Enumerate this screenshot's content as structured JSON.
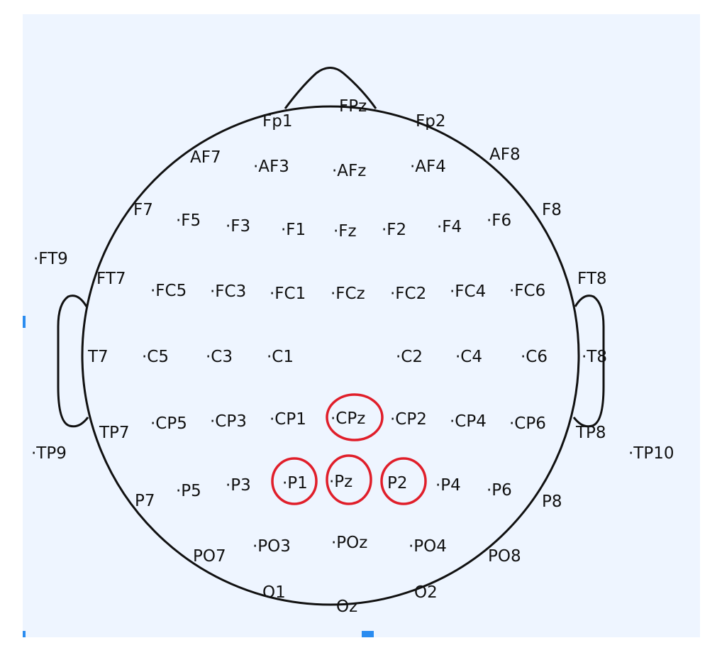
{
  "diagram": {
    "electrodes": [
      {
        "label": "Fp1",
        "highlighted": false
      },
      {
        "label": "FPz",
        "highlighted": false
      },
      {
        "label": "Fp2",
        "highlighted": false
      },
      {
        "label": "AF7",
        "highlighted": false
      },
      {
        "label": "AF3",
        "highlighted": false
      },
      {
        "label": "AFz",
        "highlighted": false
      },
      {
        "label": "AF4",
        "highlighted": false
      },
      {
        "label": "AF8",
        "highlighted": false
      },
      {
        "label": "F7",
        "highlighted": false
      },
      {
        "label": "F5",
        "highlighted": false
      },
      {
        "label": "F3",
        "highlighted": false
      },
      {
        "label": "F1",
        "highlighted": false
      },
      {
        "label": "Fz",
        "highlighted": false
      },
      {
        "label": "F2",
        "highlighted": false
      },
      {
        "label": "F4",
        "highlighted": false
      },
      {
        "label": "F6",
        "highlighted": false
      },
      {
        "label": "F8",
        "highlighted": false
      },
      {
        "label": "FT9",
        "highlighted": false
      },
      {
        "label": "FT7",
        "highlighted": false
      },
      {
        "label": "FC5",
        "highlighted": false
      },
      {
        "label": "FC3",
        "highlighted": false
      },
      {
        "label": "FC1",
        "highlighted": false
      },
      {
        "label": "FCz",
        "highlighted": false
      },
      {
        "label": "FC2",
        "highlighted": false
      },
      {
        "label": "FC4",
        "highlighted": false
      },
      {
        "label": "FC6",
        "highlighted": false
      },
      {
        "label": "FT8",
        "highlighted": false
      },
      {
        "label": "T7",
        "highlighted": false
      },
      {
        "label": "C5",
        "highlighted": false
      },
      {
        "label": "C3",
        "highlighted": false
      },
      {
        "label": "C1",
        "highlighted": false
      },
      {
        "label": "C2",
        "highlighted": false
      },
      {
        "label": "C4",
        "highlighted": false
      },
      {
        "label": "C6",
        "highlighted": false
      },
      {
        "label": "T8",
        "highlighted": false
      },
      {
        "label": "TP7",
        "highlighted": false
      },
      {
        "label": "CP5",
        "highlighted": false
      },
      {
        "label": "CP3",
        "highlighted": false
      },
      {
        "label": "CP1",
        "highlighted": false
      },
      {
        "label": "CPz",
        "highlighted": true
      },
      {
        "label": "CP2",
        "highlighted": false
      },
      {
        "label": "CP4",
        "highlighted": false
      },
      {
        "label": "CP6",
        "highlighted": false
      },
      {
        "label": "TP8",
        "highlighted": false
      },
      {
        "label": "TP9",
        "highlighted": false
      },
      {
        "label": "TP10",
        "highlighted": false
      },
      {
        "label": "P7",
        "highlighted": false
      },
      {
        "label": "P5",
        "highlighted": false
      },
      {
        "label": "P3",
        "highlighted": false
      },
      {
        "label": "P1",
        "highlighted": true
      },
      {
        "label": "Pz",
        "highlighted": true
      },
      {
        "label": "P2",
        "highlighted": true
      },
      {
        "label": "P4",
        "highlighted": false
      },
      {
        "label": "P6",
        "highlighted": false
      },
      {
        "label": "P8",
        "highlighted": false
      },
      {
        "label": "PO7",
        "highlighted": false
      },
      {
        "label": "PO3",
        "highlighted": false
      },
      {
        "label": "POz",
        "highlighted": false
      },
      {
        "label": "PO4",
        "highlighted": false
      },
      {
        "label": "PO8",
        "highlighted": false
      },
      {
        "label": "O1",
        "highlighted": false
      },
      {
        "label": "Oz",
        "highlighted": false
      },
      {
        "label": "O2",
        "highlighted": false
      }
    ],
    "colors": {
      "background": "#eef5ff",
      "outline": "#111111",
      "highlight": "#e01e2a",
      "handle": "#2a8cf0"
    }
  }
}
